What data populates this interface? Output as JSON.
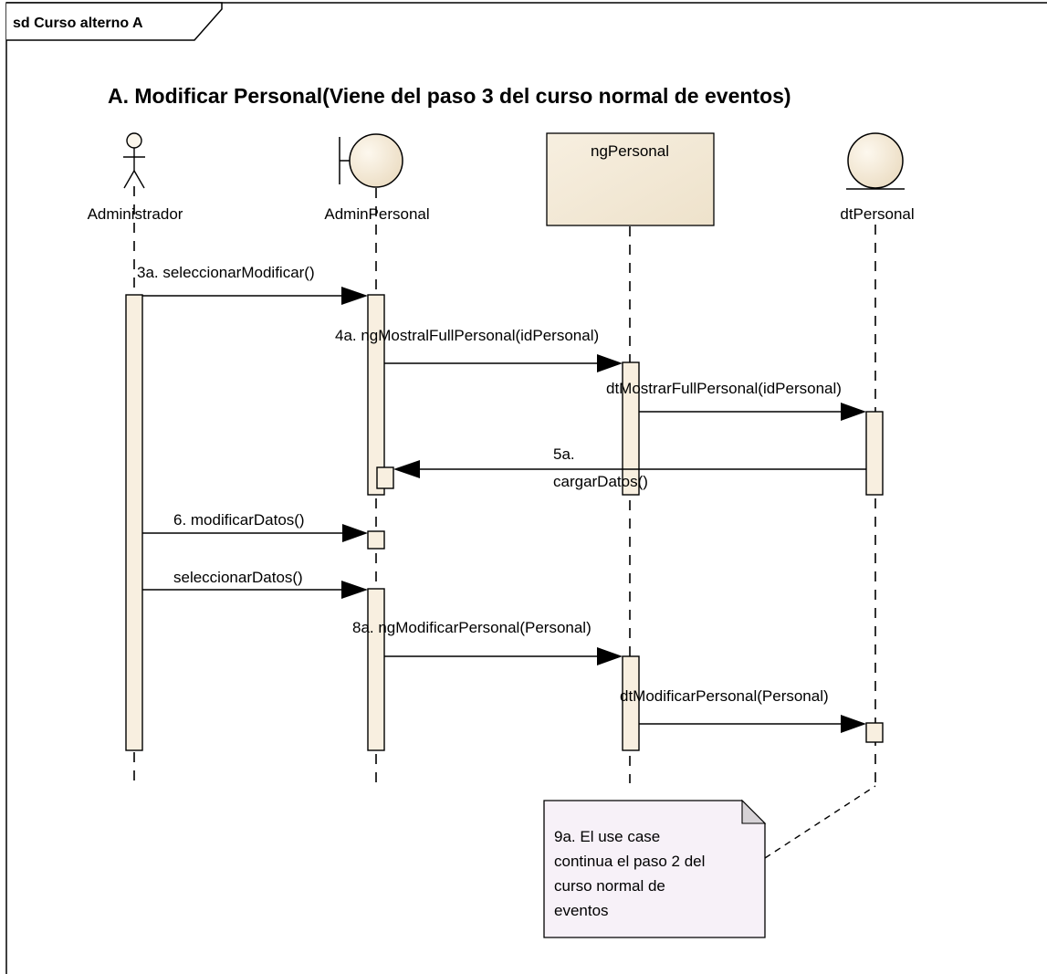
{
  "frame": {
    "label": "sd Curso alterno A"
  },
  "title": "A. Modificar Personal(Viene del paso 3 del curso normal de eventos)",
  "lifelines": {
    "administrador": "Administrador",
    "adminPersonal": "AdminPersonal",
    "ngPersonal": "ngPersonal",
    "dtPersonal": "dtPersonal"
  },
  "messages": {
    "m3a": "3a. seleccionarModificar()",
    "m4a": "4a. ngMostralFullPersonal(idPersonal)",
    "m4b": "dtMostrarFullPersonal(idPersonal)",
    "m5a_line1": "5a.",
    "m5a_line2": "cargarDatos()",
    "m6": "6. modificarDatos()",
    "m7": "seleccionarDatos()",
    "m8a": "8a. ngModificarPersonal(Personal)",
    "m8b": "dtModificarPersonal(Personal)"
  },
  "note": {
    "lines": [
      "9a. El use case",
      "continua el paso 2 del",
      "curso normal de",
      "eventos"
    ]
  },
  "colors": {
    "activation_fill": "#f8efe0",
    "class_box_fill": "#f4ead9",
    "note_fill": "#f7f1f8",
    "line": "#000000"
  },
  "icons": {
    "actor": "stick-figure-icon",
    "boundary": "boundary-icon",
    "entity": "entity-icon"
  }
}
